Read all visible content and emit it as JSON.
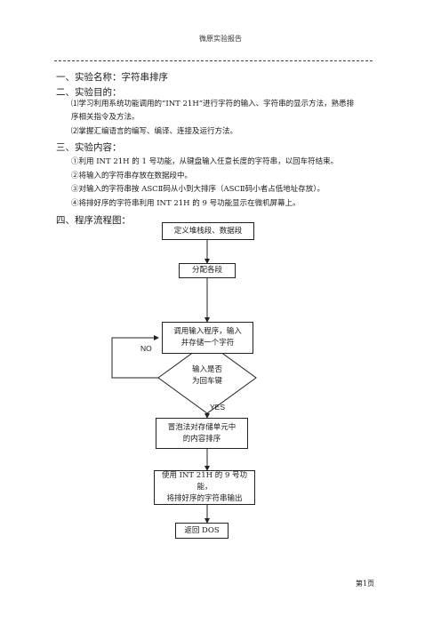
{
  "header": {
    "title": "微原实验报告"
  },
  "sections": [
    {
      "id": "name",
      "heading": "一、实验名称：字符串排序"
    },
    {
      "id": "goal",
      "heading": "二、实验目的："
    },
    {
      "id": "content",
      "heading": "三、实验内容："
    },
    {
      "id": "flow",
      "heading": "四、程序流程图："
    }
  ],
  "goals": [
    "⑴学习利用系统功能调用的“INT 21H”进行字符的输入、字符串的显示方法，熟悉排",
    "序相关指令及方法。",
    "⑵掌握汇编语言的编写、编译、连接及运行方法。"
  ],
  "contents": [
    "①利用 INT    21H 的 1 号功能，从键盘输入任意长度的字符串，以回车符结束。",
    "②将输入的字符串存放在数据段中。",
    "③对输入的字符串按 ASCⅡ码从小到大排序（ASCⅡ码小者占低地址存放）。",
    "④将排好序的字符串利用 INT 21H 的 9 号功能显示在微机屏幕上。"
  ],
  "flowchart": {
    "define": "定义堆栈段、数据段",
    "assign": "分配各段",
    "input_line1": "调用输入程序，输入",
    "input_line2": "并存储一个字符",
    "decision_line1": "输入是否",
    "decision_line2": "为回车键",
    "no_label": "NO",
    "yes_label": "YES",
    "sort_line1": "冒泡法对存储单元中",
    "sort_line2": "的内容排序",
    "output_line1": "使用 INT 21H 的 9 号功能，",
    "output_line2": "将排好序的字符串输出",
    "return": "返回 DOS"
  },
  "footer": {
    "page": "第1页"
  }
}
